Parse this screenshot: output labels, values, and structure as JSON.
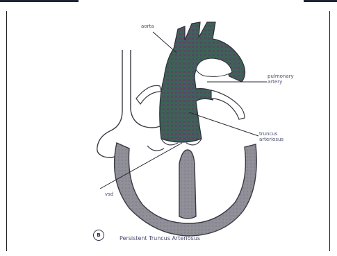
{
  "labels": {
    "aorta": "aorta",
    "pulmonary_artery": "pulmonary artery",
    "truncus_arteriosus": "truncus arteriosus",
    "ventricular_septal_defect": "vsd"
  },
  "panel_id": "B",
  "caption": "Persistent Truncus Arteriosus",
  "colors": {
    "ventricle_wall": "#8f8f97",
    "ventricle_outline": "#3a3a44",
    "truncus_fill": "#3f5e56",
    "truncus_accent": "#7a4568",
    "pointer_line": "#2a2a36",
    "label_text": "#474a6e"
  }
}
